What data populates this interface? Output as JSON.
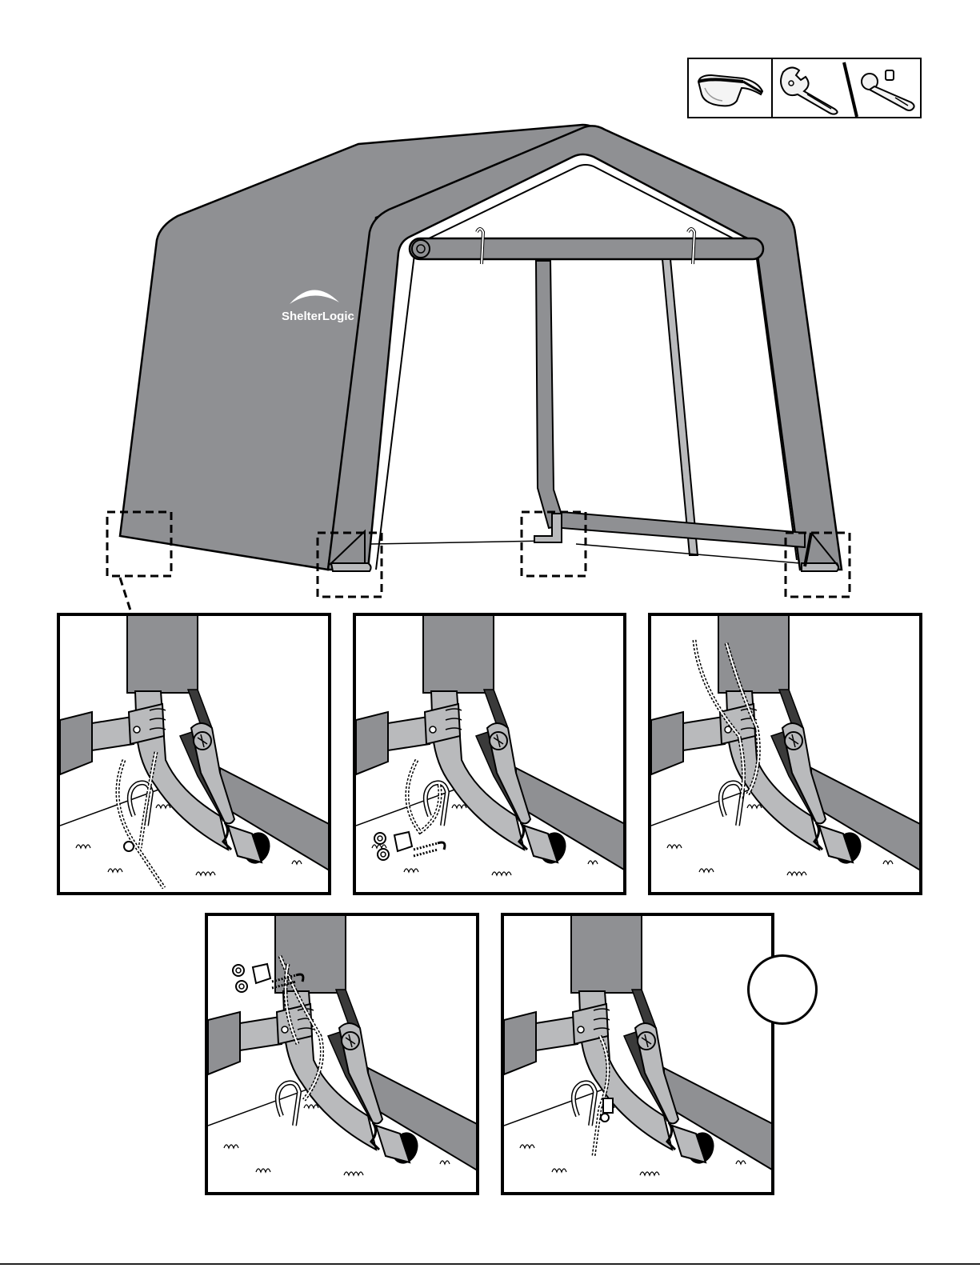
{
  "brand": {
    "logo_text": "ShelterLogic",
    "trademark": "®"
  },
  "colors": {
    "fabric": "#8f9093",
    "fabric_dark": "#6e6f72",
    "frame": "#b9babc",
    "outline": "#000000"
  },
  "tools": [
    {
      "icon": "safety-glasses-icon"
    },
    {
      "icon": "adjustable-wrench-icon"
    },
    {
      "icon": "ratchet-socket-icon"
    }
  ],
  "callouts": [
    {
      "icon": "detail-box-left-corner"
    },
    {
      "icon": "detail-box-front-left"
    },
    {
      "icon": "detail-box-front-center"
    },
    {
      "icon": "detail-box-front-right"
    }
  ],
  "panels": [
    {
      "icon": "anchor-strap-step-1"
    },
    {
      "icon": "anchor-strap-step-2"
    },
    {
      "icon": "anchor-strap-step-3"
    },
    {
      "icon": "anchor-strap-step-4"
    },
    {
      "icon": "anchor-strap-step-5"
    }
  ],
  "step_circle": {
    "label": ""
  }
}
